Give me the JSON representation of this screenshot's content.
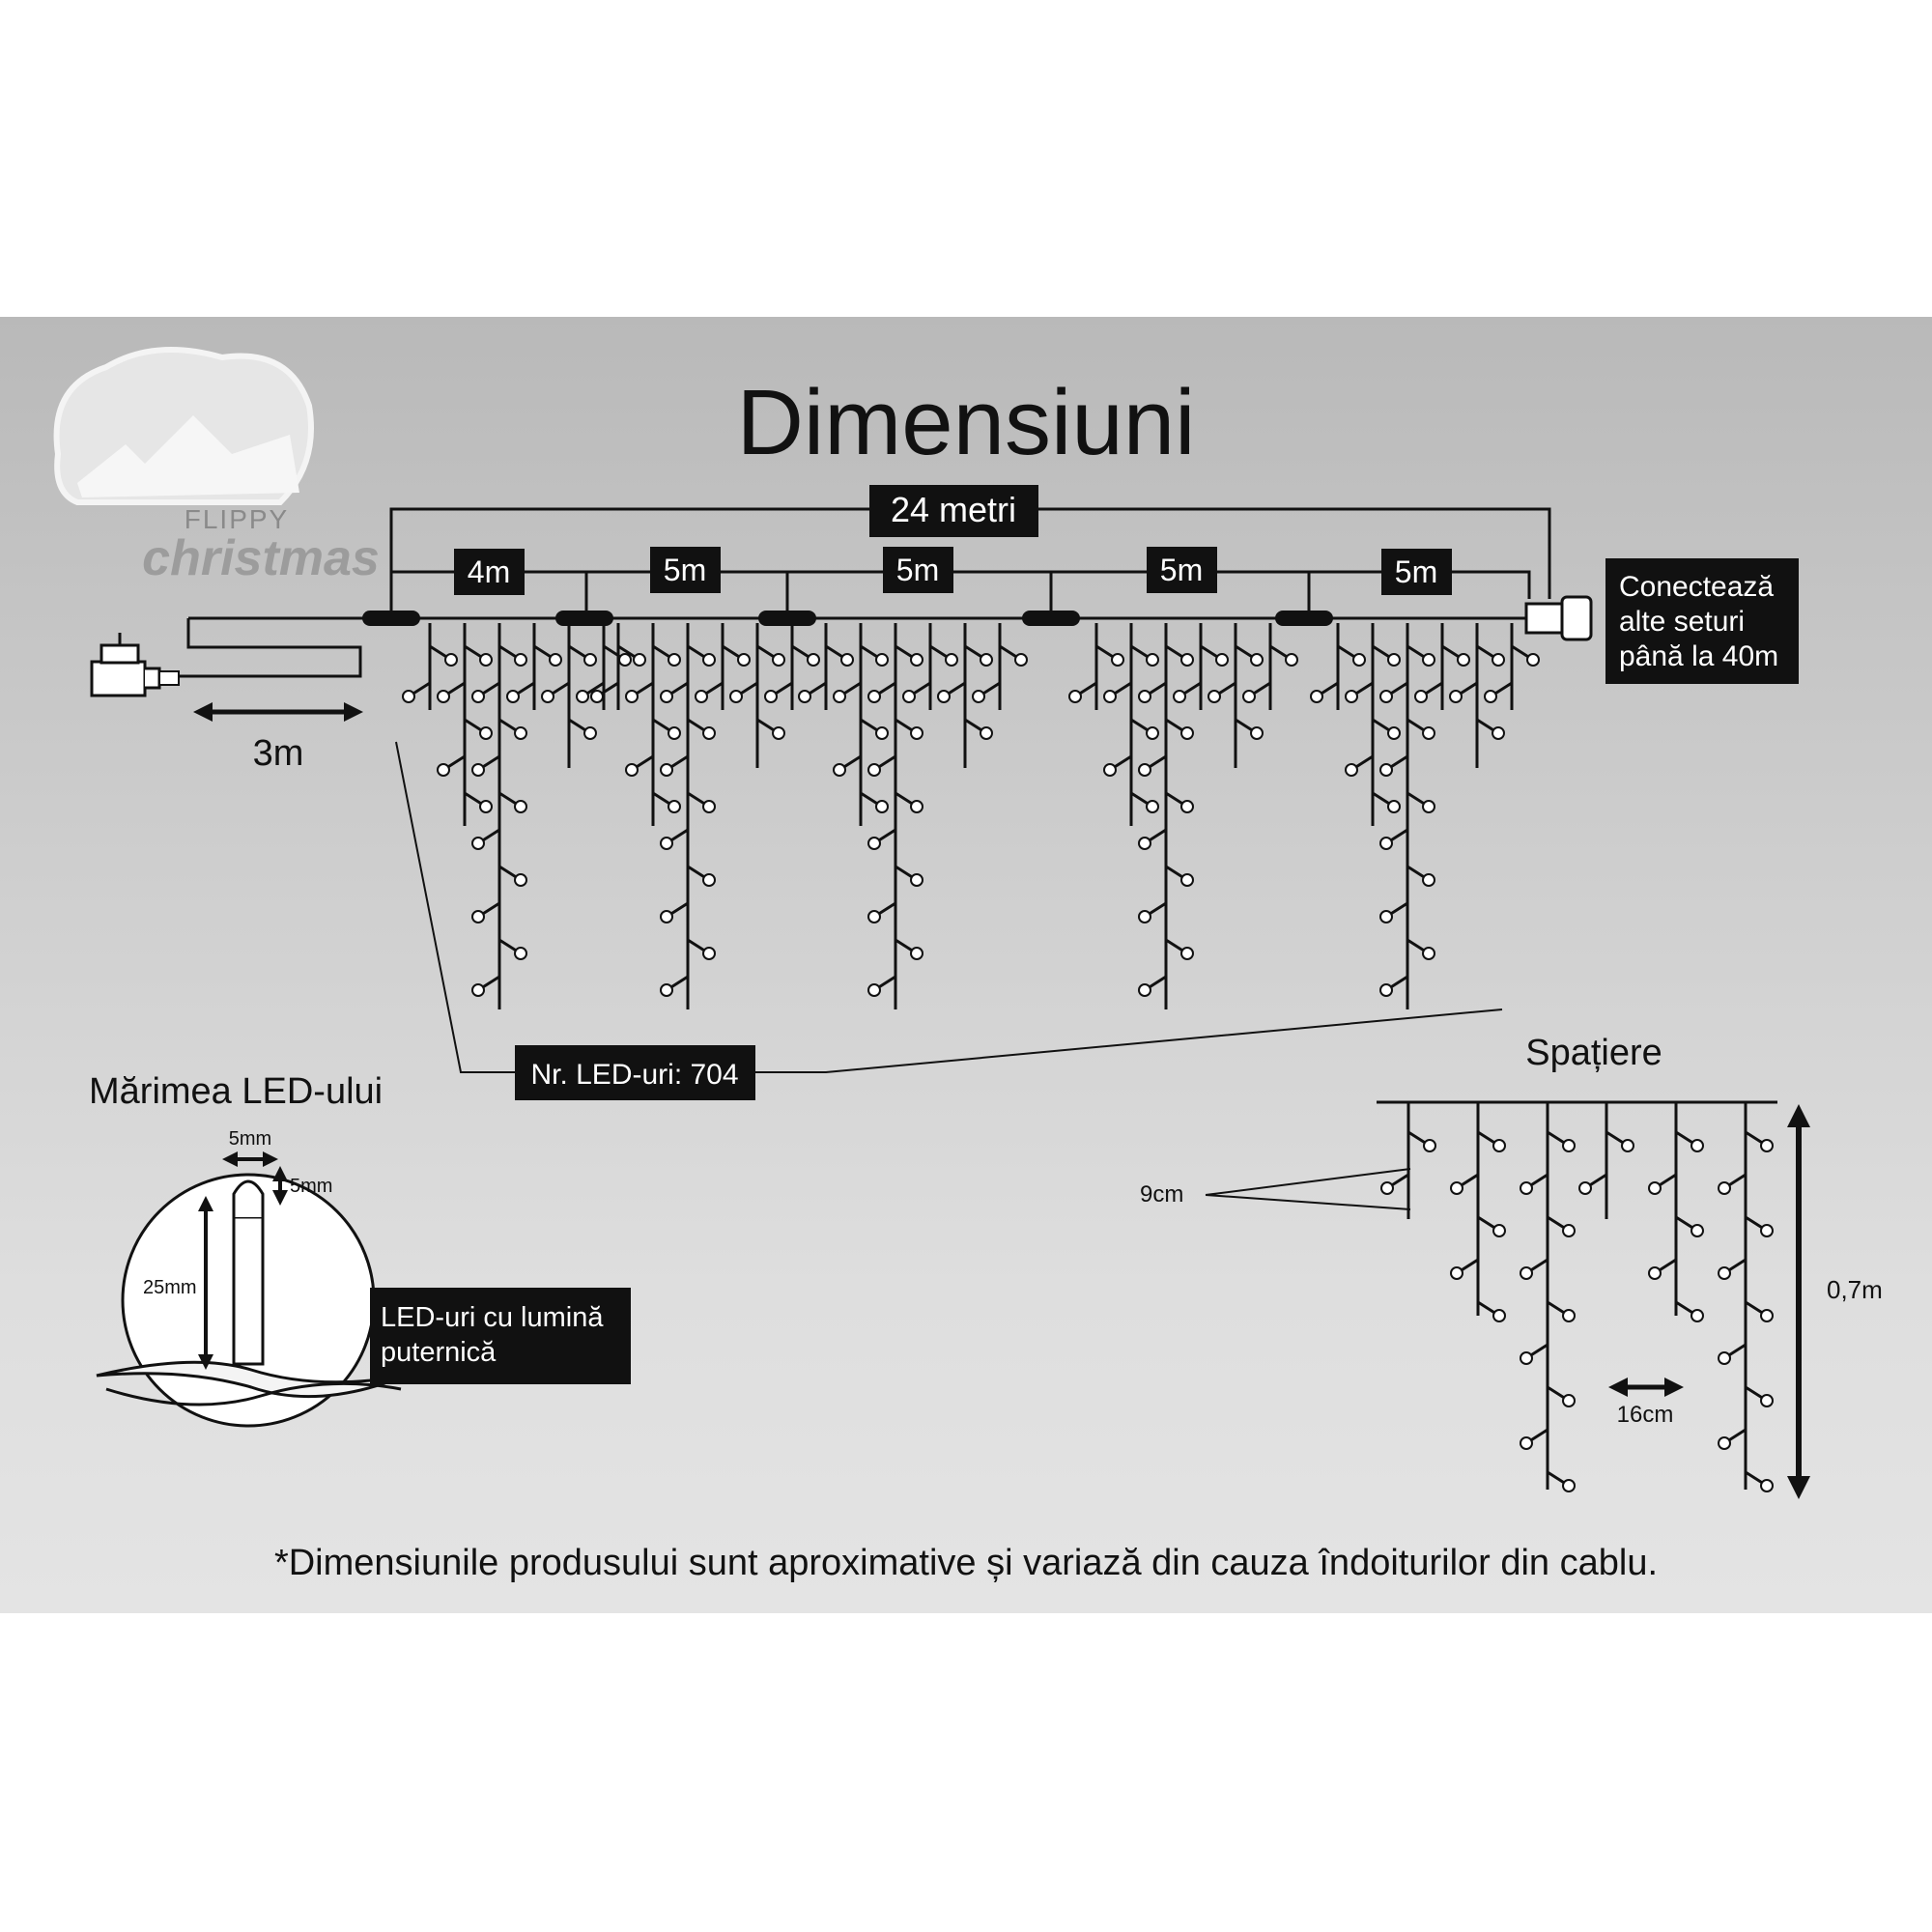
{
  "title": "Dimensiuni",
  "brand": {
    "line1": "FLIPPY",
    "line2": "christmas"
  },
  "dimensions": {
    "total_length": "24 metri",
    "segments": [
      "4m",
      "5m",
      "5m",
      "5m",
      "5m"
    ],
    "lead_cable": "3m"
  },
  "connect_note": [
    "Conectează",
    "alte seturi",
    "până la 40m"
  ],
  "led_count": "Nr. LED-uri: 704",
  "led_size": {
    "heading": "Mărimea LED-ului",
    "width": "5mm",
    "cap": "5mm",
    "height": "25mm",
    "note": [
      "LED-uri cu lumină",
      "puternică"
    ]
  },
  "spacing": {
    "heading": "Spațiere",
    "vertical": "9cm",
    "horizontal": "16cm",
    "drop": "0,7m"
  },
  "footnote": "*Dimensiunile produsului sunt aproximative și variază din cauza îndoiturilor din cablu.",
  "colors": {
    "ink": "#111111",
    "panel": "#c8c8c8",
    "label_bg": "#111111",
    "label_text": "#ffffff"
  }
}
